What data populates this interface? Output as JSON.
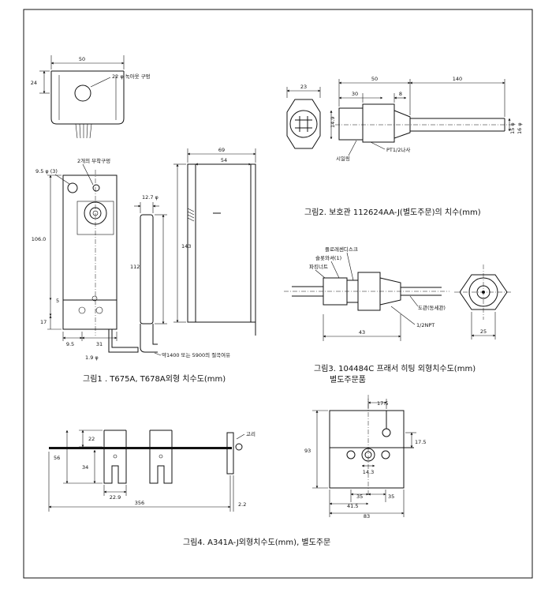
{
  "captions": {
    "fig1": "그림1 . T675A, T678A외형 치수도(mm)",
    "fig2": "그림2. 보호관 112624AA-J(별도주문)의 치수(mm)",
    "fig3_line1": "그림3. 104484C 프래서 히팅 외형치수도(mm)",
    "fig3_line2": "별도주문품",
    "fig4": "그림4.  A341A-J외형치수도(mm), 별도주문"
  },
  "fig1": {
    "top_width": "50",
    "top_height": "24",
    "hole_note": "22 φ 녹아웃 구멍",
    "mount_hole_note": "2개의 부착구멍",
    "small_hole": "9.5 φ (3)",
    "front_height": "106.0",
    "dim_5": "5",
    "dim_17": "17",
    "dim_9_5": "9.5",
    "dim_31": "31",
    "bulb_dia": "1.9 φ",
    "bulb_dia2": "12.7 φ",
    "bulb_len": "112",
    "capillary_note": "약1400 또는 5900의 절곡여유",
    "side_height": "143",
    "side_width": "69",
    "side_inner": "54"
  },
  "fig2": {
    "dim_23": "23",
    "dim_50": "50",
    "dim_140": "140",
    "dim_30": "30",
    "dim_8": "8",
    "dim_left": "14.9",
    "dim_right1": "15 φ",
    "dim_right2": "16 φ",
    "seal_label": "시일링",
    "thread_label": "PT1/2나사"
  },
  "fig3": {
    "label_disk": "플로레센디스크",
    "label_washer": "슬롯와셔(1)",
    "label_nut": "파킹너트",
    "label_tube": "도관(동세관)",
    "label_npt": "1/2NPT",
    "dim_43": "43",
    "dim_25": "25"
  },
  "fig4": {
    "dim_22": "22",
    "dim_56": "56",
    "dim_34": "34",
    "dim_22_9": "22.9",
    "dim_356": "356",
    "dim_2_2": "2.2",
    "ring_label": "고리",
    "dim_17_5a": "17.5",
    "dim_17_5b": "17.5",
    "dim_93": "93",
    "dim_14_3": "14.3",
    "dim_35a": "35",
    "dim_35b": "35",
    "dim_41_5": "41.5",
    "dim_83": "83"
  }
}
